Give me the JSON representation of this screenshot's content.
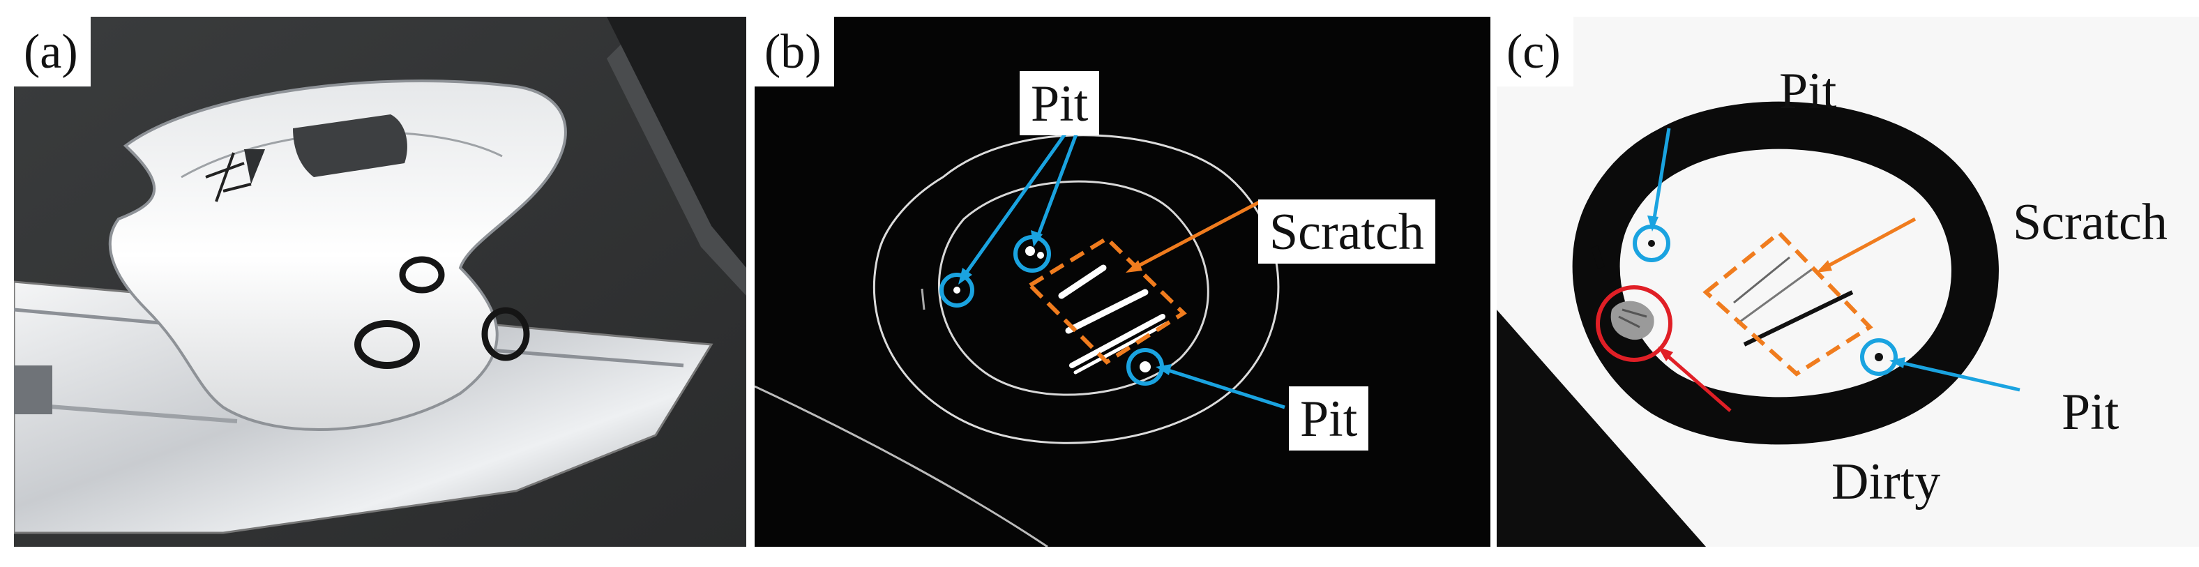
{
  "panels": [
    {
      "id": "a",
      "tag": "(a)"
    },
    {
      "id": "b",
      "tag": "(b)",
      "labels": {
        "pit_top": "Pit",
        "scratch": "Scratch",
        "pit_bottom": "Pit"
      }
    },
    {
      "id": "c",
      "tag": "(c)",
      "labels": {
        "pit_top": "Pit",
        "scratch": "Scratch",
        "pit_bottom": "Pit",
        "dirty": "Dirty"
      }
    }
  ],
  "colors": {
    "pit_marker": "#1aa3e0",
    "scratch_marker": "#f07c1e",
    "dirty_marker": "#e01f26"
  }
}
